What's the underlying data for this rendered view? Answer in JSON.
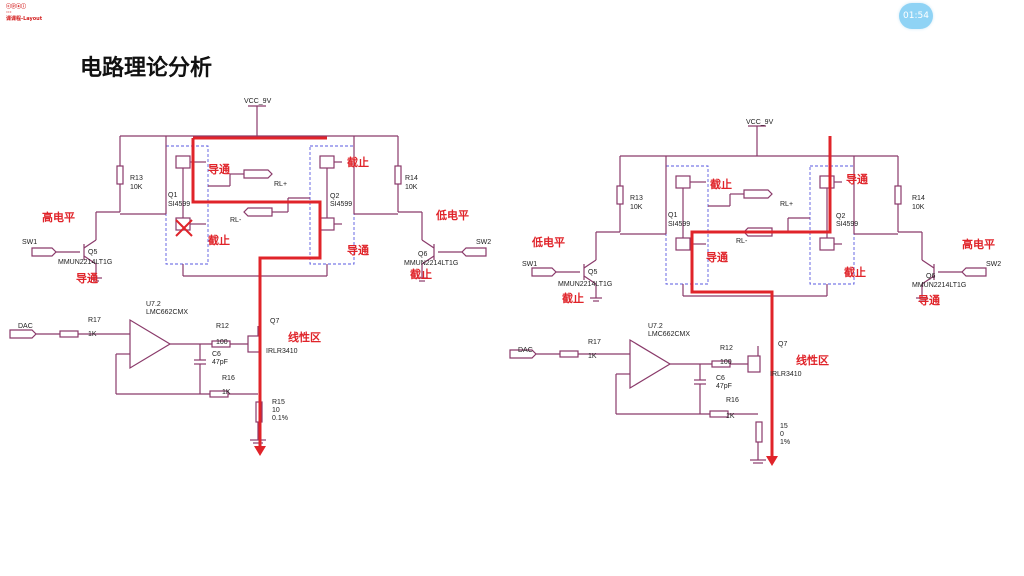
{
  "logo": {
    "line1": "ⓒⓟⓐⓘ",
    "line2": "···",
    "line3": "课课程-Layout"
  },
  "timer": "01:54",
  "title": "电路理论分析",
  "left": {
    "vcc": "VCC_9V",
    "r13": "R13",
    "r13v": "10K",
    "r14": "R14",
    "r14v": "10K",
    "q1": "Q1",
    "q1v": "SI4599",
    "q2": "Q2",
    "q2v": "SI4599",
    "rlp": "RL+",
    "rlm": "RL-",
    "sw1": "SW1",
    "sw2": "SW2",
    "q5": "Q5",
    "q5v": "MMUN2214LT1G",
    "q6": "Q6",
    "q6v": "MMUN2214LT1G",
    "dac": "DAC",
    "r17": "R17",
    "r17v": "1K",
    "u7": "U7.2",
    "u7v": "LMC662CMX",
    "r12": "R12",
    "r12v": "100",
    "c6": "C6",
    "c6v": "47pF",
    "r16": "R16",
    "r16v": "1K",
    "q7": "Q7",
    "q7v": "IRLR3410",
    "r15": "R15",
    "r15v": "10",
    "r15t": "0.1%",
    "a_q1": "导通",
    "a_q1b": "截止",
    "a_q2": "截止",
    "a_q2b": "导通",
    "a_sw1": "高电平",
    "a_q5": "导通",
    "a_sw2": "低电平",
    "a_q6": "截止",
    "a_q7": "线性区"
  },
  "right": {
    "vcc": "VCC_9V",
    "r13": "R13",
    "r13v": "10K",
    "r14": "R14",
    "r14v": "10K",
    "q1": "Q1",
    "q1v": "SI4599",
    "q2": "Q2",
    "q2v": "SI4599",
    "rlp": "RL+",
    "rlm": "RL-",
    "sw1": "SW1",
    "sw2": "SW2",
    "q5": "Q5",
    "q5v": "MMUN2214LT1G",
    "q6": "Q6",
    "q6v": "MMUN2214LT1G",
    "dac": "DAC",
    "r17": "R17",
    "r17v": "1K",
    "u7": "U7.2",
    "u7v": "LMC662CMX",
    "r12": "R12",
    "r12v": "100",
    "c6": "C6",
    "c6v": "47pF",
    "r16": "R16",
    "r16v": "1K",
    "q7": "Q7",
    "q7v": "IRLR3410",
    "r15": "15",
    "r15v": "0",
    "r15t": "1%",
    "a_q1": "截止",
    "a_q1b": "导通",
    "a_q2": "导通",
    "a_q2b": "截止",
    "a_sw1": "低电平",
    "a_q5": "截止",
    "a_sw2": "高电平",
    "a_q6": "导通",
    "a_q7": "线性区"
  }
}
